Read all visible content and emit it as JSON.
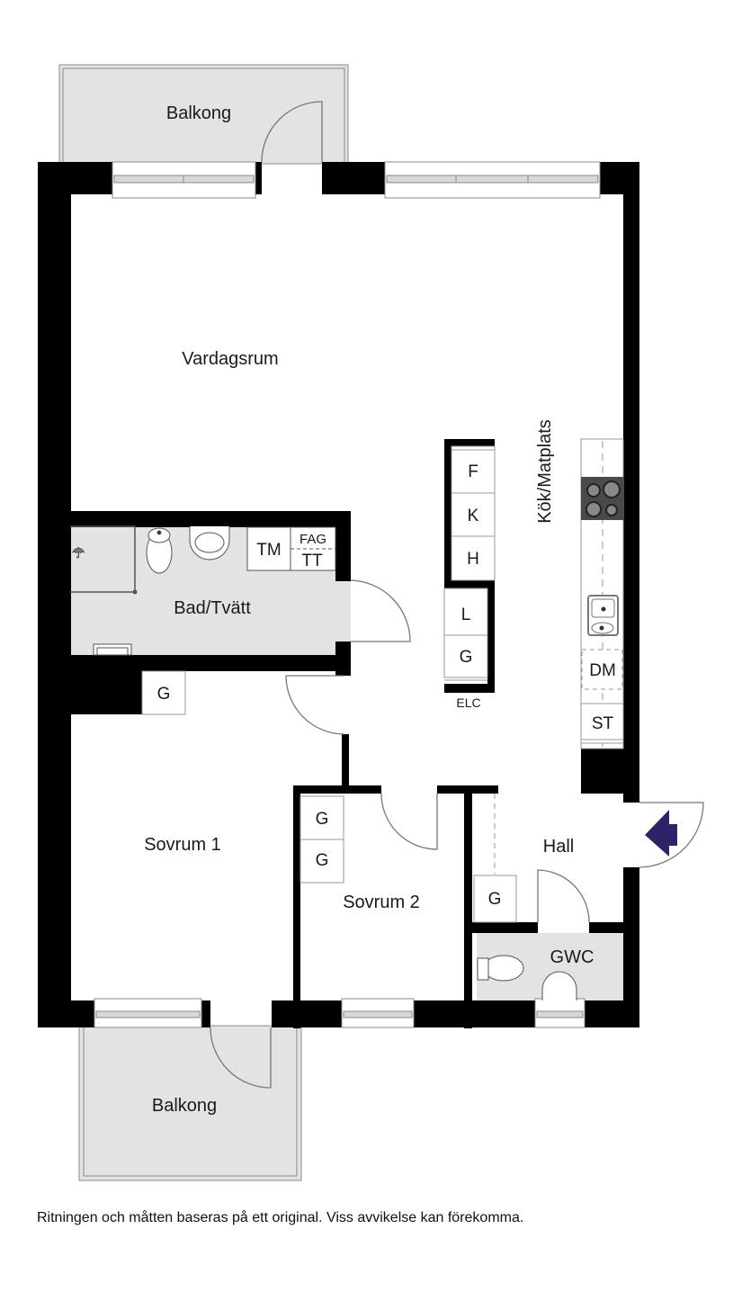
{
  "plan": {
    "rooms": {
      "balkong_top": "Balkong",
      "vardagsrum": "Vardagsrum",
      "kok_matplats": "Kök/Matplats",
      "bad_tvatt": "Bad/Tvätt",
      "sovrum1": "Sovrum 1",
      "sovrum2": "Sovrum 2",
      "hall": "Hall",
      "gwc": "GWC",
      "balkong_bottom": "Balkong"
    },
    "fixtures": {
      "fridge": "F",
      "cold": "K",
      "high": "H",
      "l_cabinet": "L",
      "g_cabinet_elc": "G",
      "elc": "ELC",
      "dishwasher": "DM",
      "stove_cab": "ST",
      "tm": "TM",
      "fag": "FAG",
      "tt": "TT",
      "g_hallway": "G",
      "g_sovrum2_a": "G",
      "g_sovrum2_b": "G",
      "g_hall": "G"
    },
    "entrance_icon": "entrance-arrow-icon",
    "colors": {
      "wall": "#000000",
      "wet_room": "#e3e3e3",
      "balcony": "#e3e3e3",
      "entrance_arrow": "#2e2465",
      "stove": "#4a4a4a"
    }
  },
  "footer": {
    "disclaimer": "Ritningen och måtten baseras på ett original. Viss avvikelse kan förekomma."
  }
}
